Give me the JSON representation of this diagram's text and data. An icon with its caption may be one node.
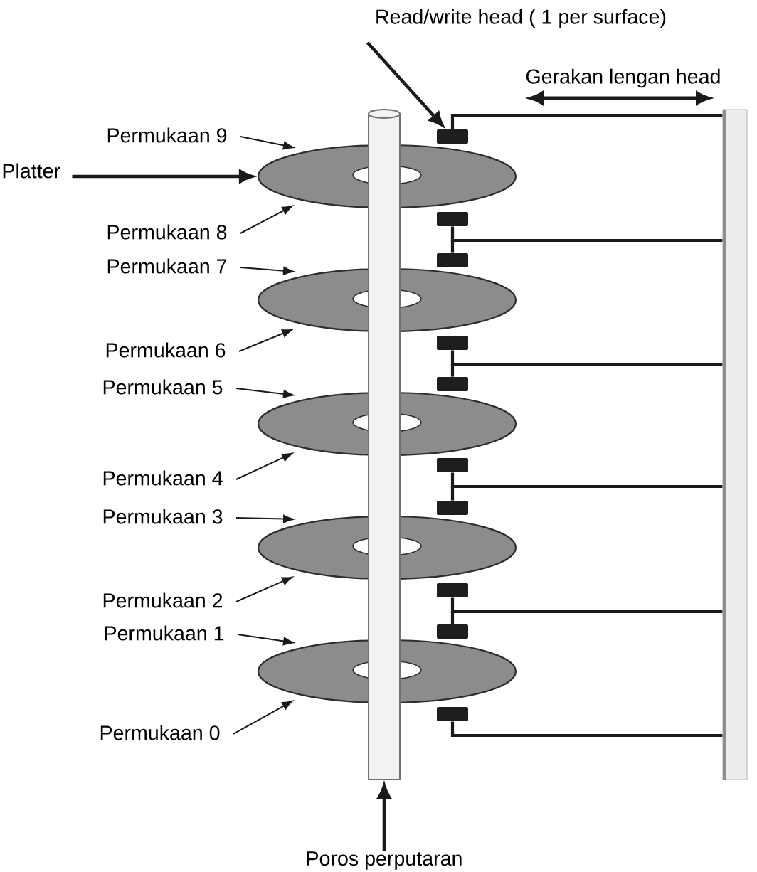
{
  "diagram": {
    "nodes": [
      {
        "text": [
          "Read/write head ( 1 per surface)"
        ]
      },
      {
        "text": [
          "Permukaan 9"
        ]
      },
      {
        "text": [
          "Platter"
        ]
      },
      {
        "text": [
          "Permukaan 8"
        ]
      },
      {
        "text": [
          "Permukaan 7"
        ]
      },
      {
        "text": [
          "Permukaan 6"
        ]
      },
      {
        "text": [
          "Permukaan 5"
        ]
      },
      {
        "text": [
          "Permukaan 4"
        ]
      },
      {
        "text": [
          "Permukaan 3"
        ]
      },
      {
        "text": [
          "Permukaan 2"
        ]
      },
      {
        "text": [
          "Permukaan 1"
        ]
      },
      {
        "text": [
          "Permukaan 0"
        ]
      },
      {
        "text": [
          "Poros perputaran"
        ]
      },
      {
        "text": [],
        "shape": "cylinder"
      },
      {
        "text": [],
        "shape": "disc"
      },
      {
        "text": [],
        "shape": "disc"
      },
      {
        "text": [],
        "shape": "disc"
      },
      {
        "text": [],
        "shape": "disc"
      },
      {
        "text": [],
        "shape": "disc"
      },
      {
        "text": [],
        "shape": "box"
      },
      {
        "text": [],
        "shape": "box"
      },
      {
        "text": [],
        "shape": "box"
      },
      {
        "text": [],
        "shape": "box"
      },
      {
        "text": [],
        "shape": "box"
      },
      {
        "text": [],
        "shape": "box"
      },
      {
        "text": [],
        "shape": "box"
      },
      {
        "text": [],
        "shape": "box"
      },
      {
        "text": [],
        "shape": "box"
      },
      {
        "text": [],
        "shape": "box"
      },
      {
        "text": [],
        "shape": "bar"
      }
    ],
    "edges": [
      {
        "from": 0,
        "to": 19,
        "arrow": "to"
      },
      {
        "from": 2,
        "to": 14,
        "arrow": "to"
      },
      {
        "from": 1,
        "to": 14,
        "arrow": "to"
      },
      {
        "from": 3,
        "to": 14,
        "arrow": "to"
      },
      {
        "from": 4,
        "to": 15,
        "arrow": "to"
      },
      {
        "from": 5,
        "to": 15,
        "arrow": "to"
      },
      {
        "from": 6,
        "to": 16,
        "arrow": "to"
      },
      {
        "from": 7,
        "to": 16,
        "arrow": "to"
      },
      {
        "from": 8,
        "to": 17,
        "arrow": "to"
      },
      {
        "from": 9,
        "to": 17,
        "arrow": "to"
      },
      {
        "from": 10,
        "to": 18,
        "arrow": "to"
      },
      {
        "from": 11,
        "to": 18,
        "arrow": "to"
      },
      {
        "from": 12,
        "to": 13,
        "arrow": "to"
      },
      {
        "from": 29,
        "to": 19,
        "arrow": "none"
      },
      {
        "from": 29,
        "to": 20,
        "arrow": "none"
      },
      {
        "from": 29,
        "to": 21,
        "arrow": "none"
      },
      {
        "from": 29,
        "to": 22,
        "arrow": "none"
      },
      {
        "from": 29,
        "to": 23,
        "arrow": "none"
      },
      {
        "from": 29,
        "to": 24,
        "arrow": "none"
      },
      {
        "from": 29,
        "to": 25,
        "arrow": "none"
      },
      {
        "from": 29,
        "to": 26,
        "arrow": "none"
      },
      {
        "from": 29,
        "to": 27,
        "arrow": "none"
      },
      {
        "from": 29,
        "to": 28,
        "arrow": "none"
      }
    ],
    "labels": [
      "Gerakan lengan head"
    ]
  }
}
